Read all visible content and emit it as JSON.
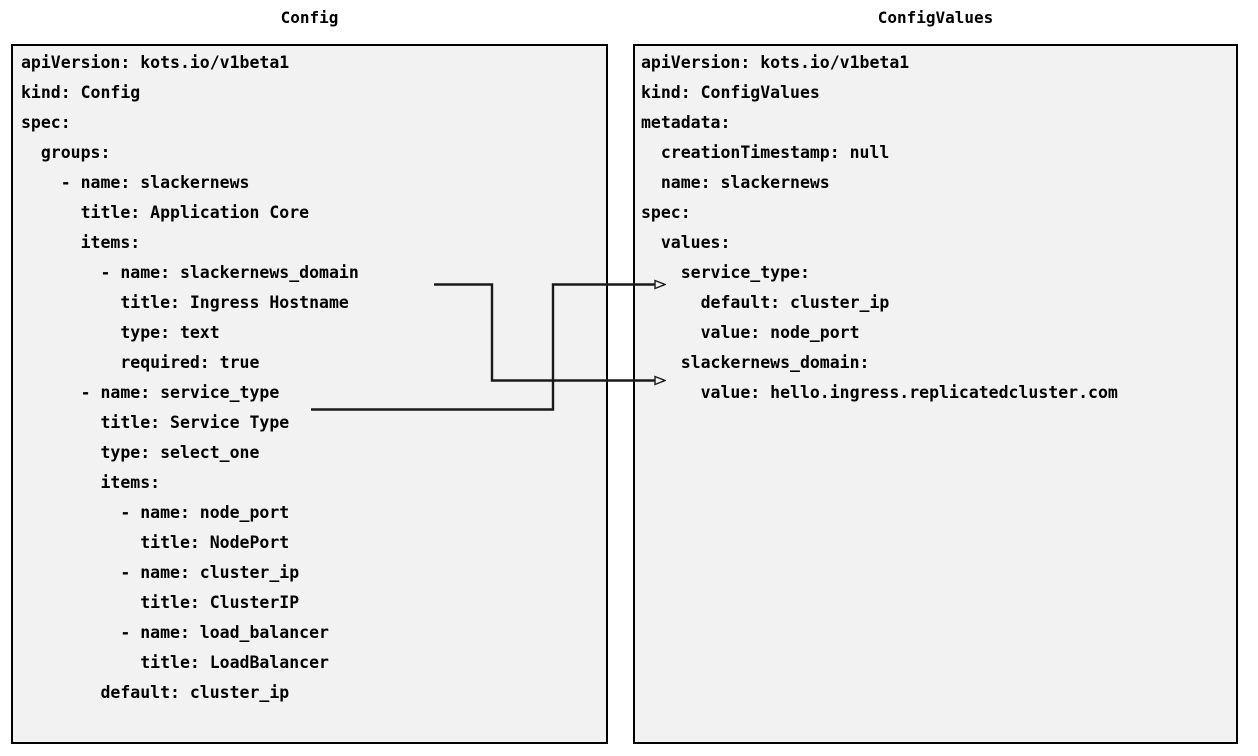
{
  "diagram": {
    "type": "two-panel-yaml-mapping-diagram",
    "background": "#ffffff",
    "panel_fill": "#f2f2f2",
    "panel_border": "#000000",
    "text_color": "#000000"
  },
  "left_panel": {
    "title": "Config",
    "lines": [
      "apiVersion: kots.io/v1beta1",
      "kind: Config",
      "spec:",
      "  groups:",
      "    - name: slackernews",
      "      title: Application Core",
      "      items:",
      "        - name: slackernews_domain",
      "          title: Ingress Hostname",
      "          type: text",
      "          required: true",
      "      - name: service_type",
      "        title: Service Type",
      "        type: select_one",
      "        items:",
      "          - name: node_port",
      "            title: NodePort",
      "          - name: cluster_ip",
      "            title: ClusterIP",
      "          - name: load_balancer",
      "            title: LoadBalancer",
      "        default: cluster_ip"
    ]
  },
  "right_panel": {
    "title": "ConfigValues",
    "lines": [
      "apiVersion: kots.io/v1beta1",
      "kind: ConfigValues",
      "metadata:",
      "  creationTimestamp: null",
      "  name: slackernews",
      "spec:",
      "  values:",
      "    service_type:",
      "      default: cluster_ip",
      "      value: node_port",
      "    slackernews_domain:",
      "      value: hello.ingress.replicatedcluster.com"
    ]
  },
  "connectors": [
    {
      "name": "slackernews-domain-link",
      "from": "Config: slackernews_domain",
      "to": "ConfigValues: slackernews_domain",
      "color": "#1a1a1a"
    },
    {
      "name": "service-type-link",
      "from": "Config: service_type",
      "to": "ConfigValues: service_type",
      "color": "#1a1a1a"
    }
  ]
}
